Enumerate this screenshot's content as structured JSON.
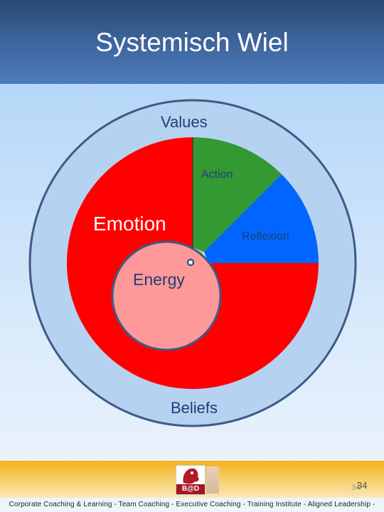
{
  "slide": {
    "title": "Systemisch Wiel"
  },
  "wheel": {
    "outer_label": "Values",
    "bottom_label": "Beliefs",
    "segments": [
      {
        "label": "Emotion",
        "color": "#ff0000"
      },
      {
        "label": "Action",
        "color": "#339933"
      },
      {
        "label": "Reflexion",
        "color": "#0066ff"
      }
    ],
    "center_label": "Energy",
    "center_color": "#ff9999",
    "outer_ring_color": "#b5d3f1",
    "ring_stroke_color": "#3f5a86"
  },
  "footer": {
    "logo_text": "B@D",
    "page_number": "34",
    "page_number_shadow": "34",
    "tagline": "Corporate Coaching & Learning -  Team Coaching -  Executive Coaching -  Training Institute -  Aligned Leadership -"
  }
}
